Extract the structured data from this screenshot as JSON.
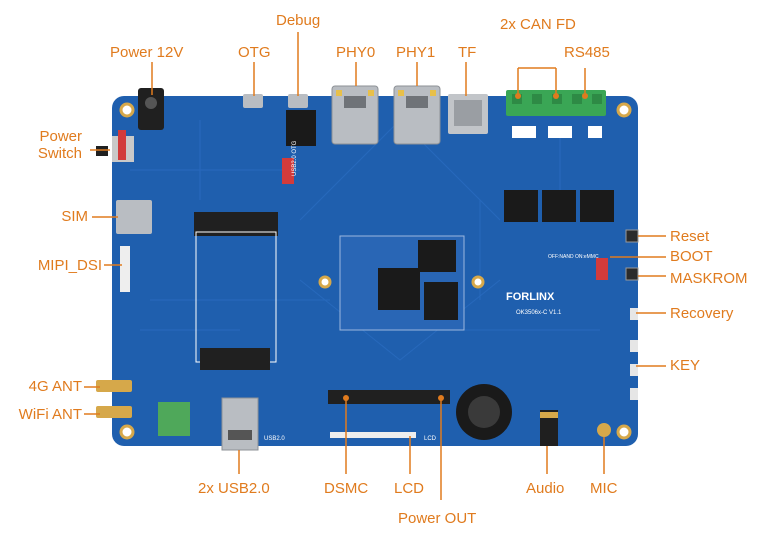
{
  "board": {
    "brand": "FORLINX",
    "model": "OK3506x-C V1.1",
    "marking_usb_otg": "USB2.0 OTG",
    "marking_usb": "USB2.0",
    "marking_lcd": "LCD",
    "marking_boot": "OFF:NAND ON:eMMC"
  },
  "labels": {
    "power12v": "Power 12V",
    "otg": "OTG",
    "debug": "Debug",
    "phy0": "PHY0",
    "phy1": "PHY1",
    "tf": "TF",
    "can": "2x CAN FD",
    "rs485": "RS485",
    "power_switch_1": "Power",
    "power_switch_2": "Switch",
    "sim": "SIM",
    "mipi": "MIPI_DSI",
    "ant4g": "4G ANT",
    "wifi": "WiFi ANT",
    "reset": "Reset",
    "boot": "BOOT",
    "maskrom": "MASKROM",
    "recovery": "Recovery",
    "key": "KEY",
    "usb2": "2x USB2.0",
    "dsmc": "DSMC",
    "lcd": "LCD",
    "power_out": "Power OUT",
    "audio": "Audio",
    "mic": "MIC"
  },
  "colors": {
    "label": "#e07b1e",
    "leader": "#e07b1e",
    "pcb": "#1f5fae",
    "pcb_dark": "#174a8c",
    "metal": "#b9bdc2",
    "chip": "#1a1a1a",
    "terminal": "#3aa655"
  }
}
